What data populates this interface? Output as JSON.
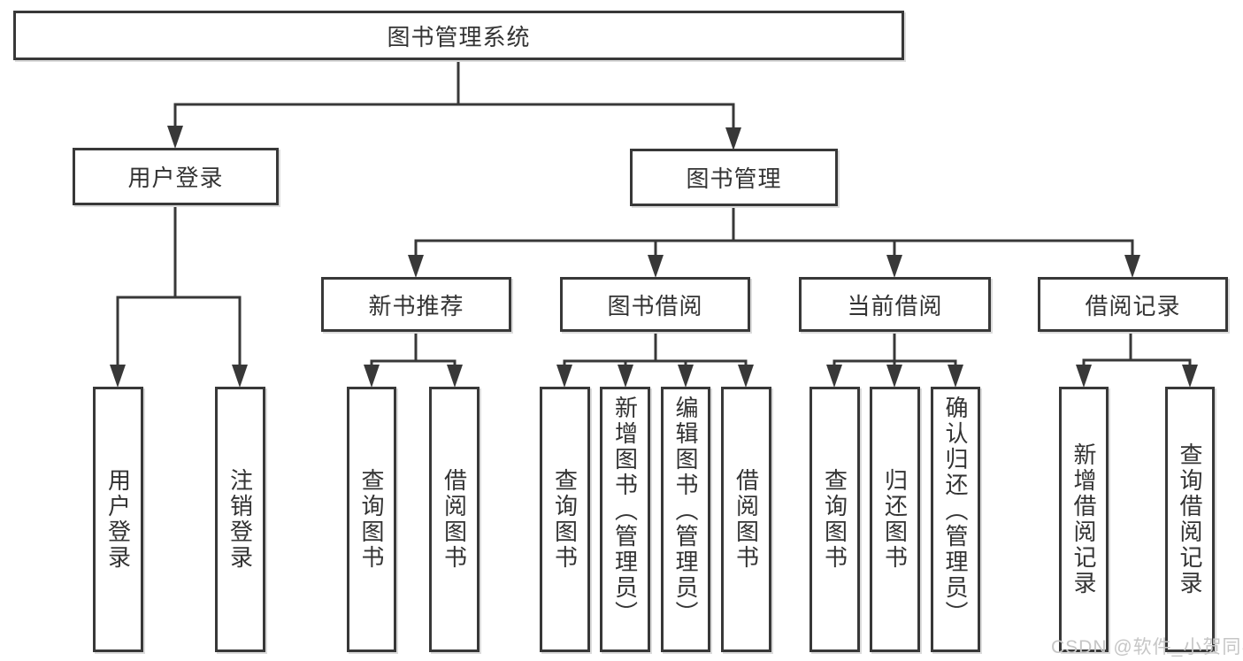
{
  "diagram": {
    "root": {
      "label": "图书管理系统"
    },
    "branches": [
      {
        "label": "用户登录",
        "children": [
          {
            "label": "用户登录"
          },
          {
            "label": "注销登录"
          }
        ]
      },
      {
        "label": "图书管理",
        "children": [
          {
            "label": "新书推荐",
            "children": [
              {
                "label": "查询图书"
              },
              {
                "label": "借阅图书"
              }
            ]
          },
          {
            "label": "图书借阅",
            "children": [
              {
                "label": "查询图书"
              },
              {
                "label": "新增图书（管理员）"
              },
              {
                "label": "编辑图书（管理员）"
              },
              {
                "label": "借阅图书"
              }
            ]
          },
          {
            "label": "当前借阅",
            "children": [
              {
                "label": "查询图书"
              },
              {
                "label": "归还图书"
              },
              {
                "label": "确认归还（管理员）"
              }
            ]
          },
          {
            "label": "借阅记录",
            "children": [
              {
                "label": "新增借阅记录"
              },
              {
                "label": "查询借阅记录"
              }
            ]
          }
        ]
      }
    ]
  },
  "watermark": {
    "text": "CSDN @软件_小贺同学"
  },
  "colors": {
    "line": "#383838",
    "text": "#333333",
    "watermark": "#c6c6c6",
    "background": "#ffffff"
  }
}
